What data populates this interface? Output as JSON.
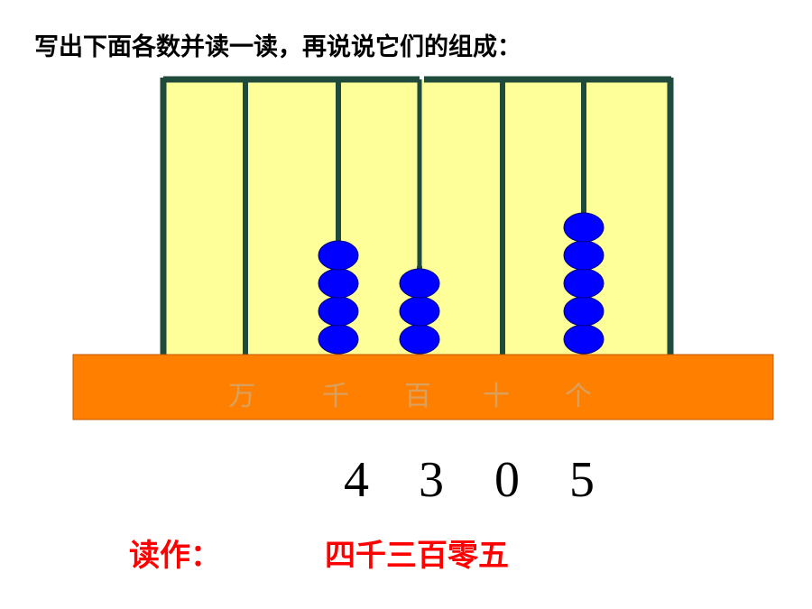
{
  "instruction": "写出下面各数并读一读，再说说它们的组成：",
  "abacus": {
    "frame_color": "#1f4a3c",
    "panel_color": "#ffff99",
    "base_color": "#ff8000",
    "bead_color": "#0000ff",
    "place_labels": [
      "万",
      "千",
      "百",
      "十",
      "个"
    ],
    "bead_counts": [
      0,
      4,
      3,
      0,
      5
    ]
  },
  "number_digits": [
    "4",
    "3",
    "0",
    "5"
  ],
  "reading": {
    "label": "读作：",
    "value": "四千三百零五"
  }
}
